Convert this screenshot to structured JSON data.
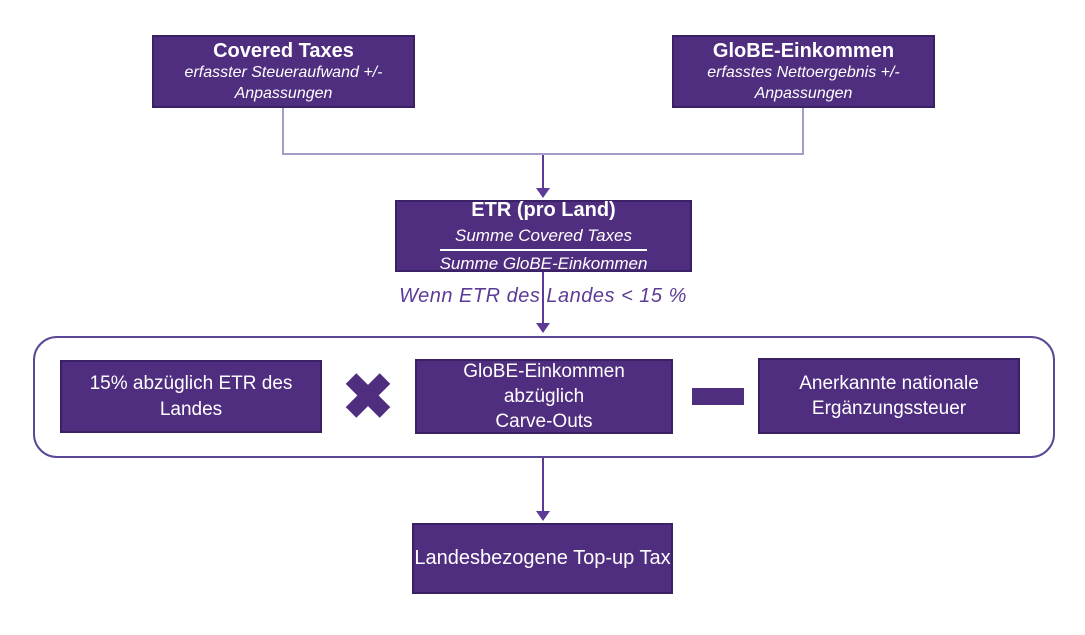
{
  "colors": {
    "box_fill": "#4F2D7F",
    "box_border": "#3A2166",
    "connector_light": "#A79BC8",
    "connector_dark": "#5C3B97",
    "frame_border": "#5A4896",
    "text_on_box": "#FFFFFF",
    "background": "#FFFFFF"
  },
  "diagram": {
    "top_row": [
      {
        "title": "Covered Taxes",
        "subtitle": [
          "erfasster Steueraufwand +/-",
          "Anpassungen"
        ]
      },
      {
        "title": "GloBE-Einkommen",
        "subtitle": [
          "erfasstes Nettoergebnis +/-",
          "Anpassungen"
        ]
      }
    ],
    "etr_box": {
      "title": "ETR (pro Land)",
      "numerator": "Summe Covered Taxes",
      "denominator": "Summe GloBE-Einkommen"
    },
    "condition_label": "Wenn ETR des Landes < 15 %",
    "formula_group": {
      "factor1": [
        "15% abzüglich ETR des",
        "Landes"
      ],
      "operator1": "×",
      "factor2": [
        "GloBE-Einkommen",
        "abzüglich",
        "Carve-Outs"
      ],
      "operator2": "−",
      "subtrahend": [
        "Anerkannte nationale",
        "Ergänzungssteuer"
      ]
    },
    "result_box": "Landesbezogene Top-up Tax"
  }
}
